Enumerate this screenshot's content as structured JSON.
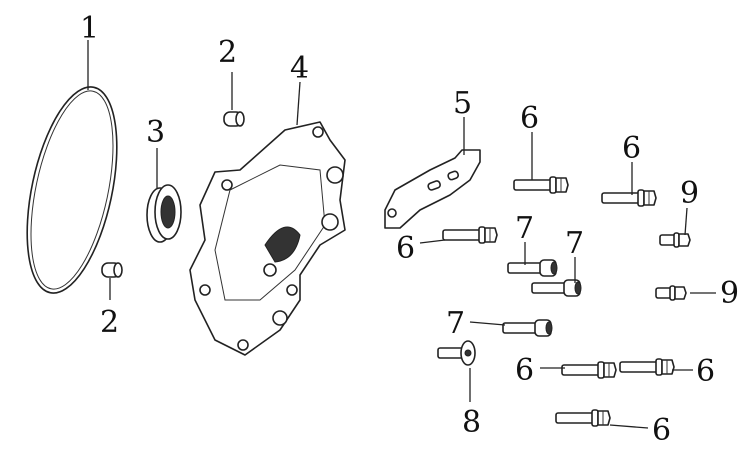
{
  "diagram": {
    "type": "exploded-parts-view",
    "callouts": [
      "1",
      "2",
      "3",
      "4",
      "2",
      "5",
      "6",
      "6",
      "9",
      "6",
      "7",
      "7",
      "9",
      "7",
      "6",
      "6",
      "8",
      "6"
    ],
    "parts": [
      {
        "number": "1",
        "name": "o-ring"
      },
      {
        "number": "2",
        "name": "dowel-pin"
      },
      {
        "number": "3",
        "name": "oil-seal"
      },
      {
        "number": "4",
        "name": "cover"
      },
      {
        "number": "5",
        "name": "bracket"
      },
      {
        "number": "6",
        "name": "flange-bolt"
      },
      {
        "number": "7",
        "name": "socket-bolt"
      },
      {
        "number": "8",
        "name": "plug-bolt"
      },
      {
        "number": "9",
        "name": "short-bolt"
      }
    ]
  }
}
